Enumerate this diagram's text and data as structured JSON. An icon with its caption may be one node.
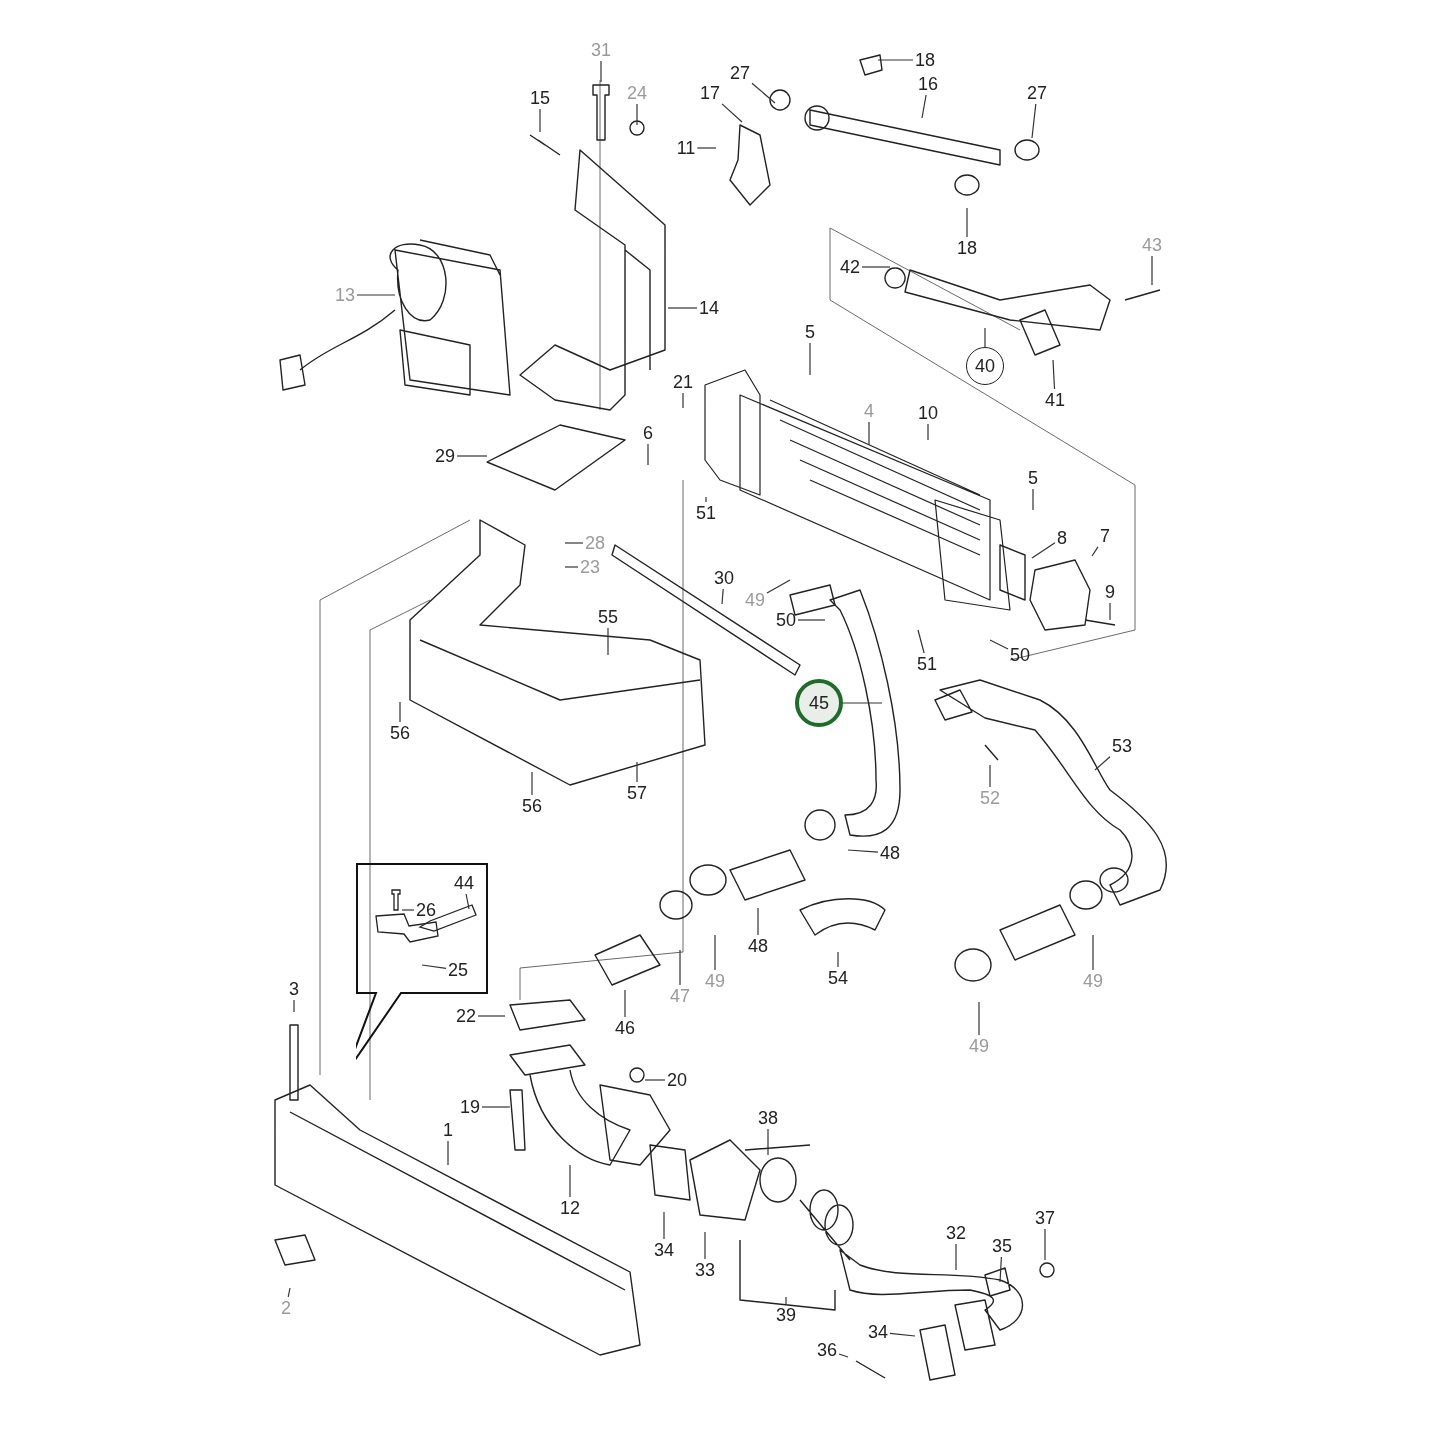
{
  "diagram": {
    "nodes": [
      {
        "text": [
          "31"
        ]
      },
      {
        "text": [
          "15"
        ]
      },
      {
        "text": [
          "24"
        ]
      },
      {
        "text": [
          "27"
        ]
      },
      {
        "text": [
          "18"
        ]
      },
      {
        "text": [
          "16"
        ]
      },
      {
        "text": [
          "27"
        ]
      },
      {
        "text": [
          "17"
        ]
      },
      {
        "text": [
          "11"
        ]
      },
      {
        "text": [
          "18"
        ]
      },
      {
        "text": [
          "42"
        ]
      },
      {
        "text": [
          "43"
        ]
      },
      {
        "text": [
          "13"
        ]
      },
      {
        "text": [
          "14"
        ]
      },
      {
        "text": [
          "40"
        ]
      },
      {
        "text": [
          "41"
        ]
      },
      {
        "text": [
          "5"
        ]
      },
      {
        "text": [
          "21"
        ]
      },
      {
        "text": [
          "4"
        ]
      },
      {
        "text": [
          "10"
        ]
      },
      {
        "text": [
          "6"
        ]
      },
      {
        "text": [
          "29"
        ]
      },
      {
        "text": [
          "5"
        ]
      },
      {
        "text": [
          "51"
        ]
      },
      {
        "text": [
          "8"
        ]
      },
      {
        "text": [
          "7"
        ]
      },
      {
        "text": [
          "28"
        ]
      },
      {
        "text": [
          "23"
        ]
      },
      {
        "text": [
          "30"
        ]
      },
      {
        "text": [
          "9"
        ]
      },
      {
        "text": [
          "49"
        ]
      },
      {
        "text": [
          "55"
        ]
      },
      {
        "text": [
          "50"
        ]
      },
      {
        "text": [
          "51"
        ]
      },
      {
        "text": [
          "50"
        ]
      },
      {
        "text": [
          "45"
        ]
      },
      {
        "text": [
          "56"
        ]
      },
      {
        "text": [
          "53"
        ]
      },
      {
        "text": [
          "56"
        ]
      },
      {
        "text": [
          "57"
        ]
      },
      {
        "text": [
          "52"
        ]
      },
      {
        "text": [
          "48"
        ]
      },
      {
        "text": [],
        "shape": "box"
      },
      {
        "text": [
          "44"
        ],
        "in": 42
      },
      {
        "text": [
          "26"
        ],
        "in": 42
      },
      {
        "text": [
          "25"
        ],
        "in": 42
      },
      {
        "text": [
          "48"
        ]
      },
      {
        "text": [
          "54"
        ]
      },
      {
        "text": [
          "47"
        ]
      },
      {
        "text": [
          "49"
        ]
      },
      {
        "text": [
          "49"
        ]
      },
      {
        "text": [
          "46"
        ]
      },
      {
        "text": [
          "3"
        ]
      },
      {
        "text": [
          "22"
        ]
      },
      {
        "text": [
          "49"
        ]
      },
      {
        "text": [
          "20"
        ]
      },
      {
        "text": [
          "19"
        ]
      },
      {
        "text": [
          "38"
        ]
      },
      {
        "text": [
          "1"
        ]
      },
      {
        "text": [
          "12"
        ]
      },
      {
        "text": [
          "37"
        ]
      },
      {
        "text": [
          "32"
        ]
      },
      {
        "text": [
          "35"
        ]
      },
      {
        "text": [
          "34"
        ]
      },
      {
        "text": [
          "33"
        ]
      },
      {
        "text": [
          "39"
        ]
      },
      {
        "text": [
          "2"
        ]
      },
      {
        "text": [
          "34"
        ]
      },
      {
        "text": [
          "36"
        ]
      }
    ],
    "edges": [
      {
        "from": 0,
        "to": null,
        "arrow": "none"
      },
      {
        "from": 1,
        "to": null,
        "arrow": "none"
      },
      {
        "from": 2,
        "to": null,
        "arrow": "none"
      },
      {
        "from": 3,
        "to": null,
        "arrow": "none"
      },
      {
        "from": 4,
        "to": null,
        "arrow": "none"
      },
      {
        "from": 5,
        "to": null,
        "arrow": "none"
      },
      {
        "from": 6,
        "to": null,
        "arrow": "none"
      },
      {
        "from": 7,
        "to": null,
        "arrow": "none"
      },
      {
        "from": 8,
        "to": null,
        "arrow": "none"
      },
      {
        "from": 9,
        "to": null,
        "arrow": "none"
      },
      {
        "from": 10,
        "to": null,
        "arrow": "none"
      },
      {
        "from": 11,
        "to": null,
        "arrow": "none"
      },
      {
        "from": 12,
        "to": null,
        "arrow": "none"
      },
      {
        "from": 13,
        "to": null,
        "arrow": "none"
      },
      {
        "from": 14,
        "to": null,
        "arrow": "none"
      },
      {
        "from": 15,
        "to": null,
        "arrow": "none"
      },
      {
        "from": 16,
        "to": null,
        "arrow": "none"
      },
      {
        "from": 17,
        "to": null,
        "arrow": "none"
      },
      {
        "from": 18,
        "to": null,
        "arrow": "none"
      },
      {
        "from": 19,
        "to": null,
        "arrow": "none"
      },
      {
        "from": 20,
        "to": null,
        "arrow": "none"
      },
      {
        "from": 21,
        "to": null,
        "arrow": "none"
      },
      {
        "from": 22,
        "to": null,
        "arrow": "none"
      },
      {
        "from": 23,
        "to": null,
        "arrow": "none"
      },
      {
        "from": 24,
        "to": null,
        "arrow": "none"
      },
      {
        "from": 25,
        "to": null,
        "arrow": "none"
      },
      {
        "from": 26,
        "to": null,
        "arrow": "none"
      },
      {
        "from": 27,
        "to": null,
        "arrow": "none"
      },
      {
        "from": 28,
        "to": null,
        "arrow": "none"
      },
      {
        "from": 29,
        "to": null,
        "arrow": "none"
      },
      {
        "from": 30,
        "to": null,
        "arrow": "none"
      },
      {
        "from": 31,
        "to": null,
        "arrow": "none"
      },
      {
        "from": 32,
        "to": null,
        "arrow": "none"
      },
      {
        "from": 33,
        "to": null,
        "arrow": "none"
      },
      {
        "from": 34,
        "to": null,
        "arrow": "none"
      },
      {
        "from": 35,
        "to": null,
        "arrow": "none"
      },
      {
        "from": 36,
        "to": null,
        "arrow": "none"
      },
      {
        "from": 37,
        "to": null,
        "arrow": "none"
      },
      {
        "from": 38,
        "to": null,
        "arrow": "none"
      },
      {
        "from": 39,
        "to": null,
        "arrow": "none"
      },
      {
        "from": 40,
        "to": null,
        "arrow": "none"
      },
      {
        "from": 41,
        "to": null,
        "arrow": "none"
      },
      {
        "from": 43,
        "to": null,
        "arrow": "none"
      },
      {
        "from": 44,
        "to": null,
        "arrow": "none"
      },
      {
        "from": 45,
        "to": null,
        "arrow": "none"
      },
      {
        "from": 46,
        "to": null,
        "arrow": "none"
      },
      {
        "from": 47,
        "to": null,
        "arrow": "none"
      },
      {
        "from": 48,
        "to": null,
        "arrow": "none"
      },
      {
        "from": 49,
        "to": null,
        "arrow": "none"
      },
      {
        "from": 50,
        "to": null,
        "arrow": "none"
      },
      {
        "from": 51,
        "to": null,
        "arrow": "none"
      },
      {
        "from": 52,
        "to": null,
        "arrow": "none"
      },
      {
        "from": 53,
        "to": null,
        "arrow": "none"
      },
      {
        "from": 54,
        "to": null,
        "arrow": "none"
      },
      {
        "from": 55,
        "to": null,
        "arrow": "none"
      },
      {
        "from": 56,
        "to": null,
        "arrow": "none"
      },
      {
        "from": 57,
        "to": null,
        "arrow": "none"
      },
      {
        "from": 58,
        "to": null,
        "arrow": "none"
      },
      {
        "from": 59,
        "to": null,
        "arrow": "none"
      },
      {
        "from": 60,
        "to": null,
        "arrow": "none"
      },
      {
        "from": 61,
        "to": null,
        "arrow": "none"
      },
      {
        "from": 62,
        "to": null,
        "arrow": "none"
      },
      {
        "from": 63,
        "to": null,
        "arrow": "none"
      },
      {
        "from": 64,
        "to": null,
        "arrow": "none"
      },
      {
        "from": 65,
        "to": null,
        "arrow": "none"
      },
      {
        "from": 66,
        "to": null,
        "arrow": "none"
      },
      {
        "from": 67,
        "to": null,
        "arrow": "none"
      },
      {
        "from": 68,
        "to": null,
        "arrow": "none"
      }
    ]
  }
}
